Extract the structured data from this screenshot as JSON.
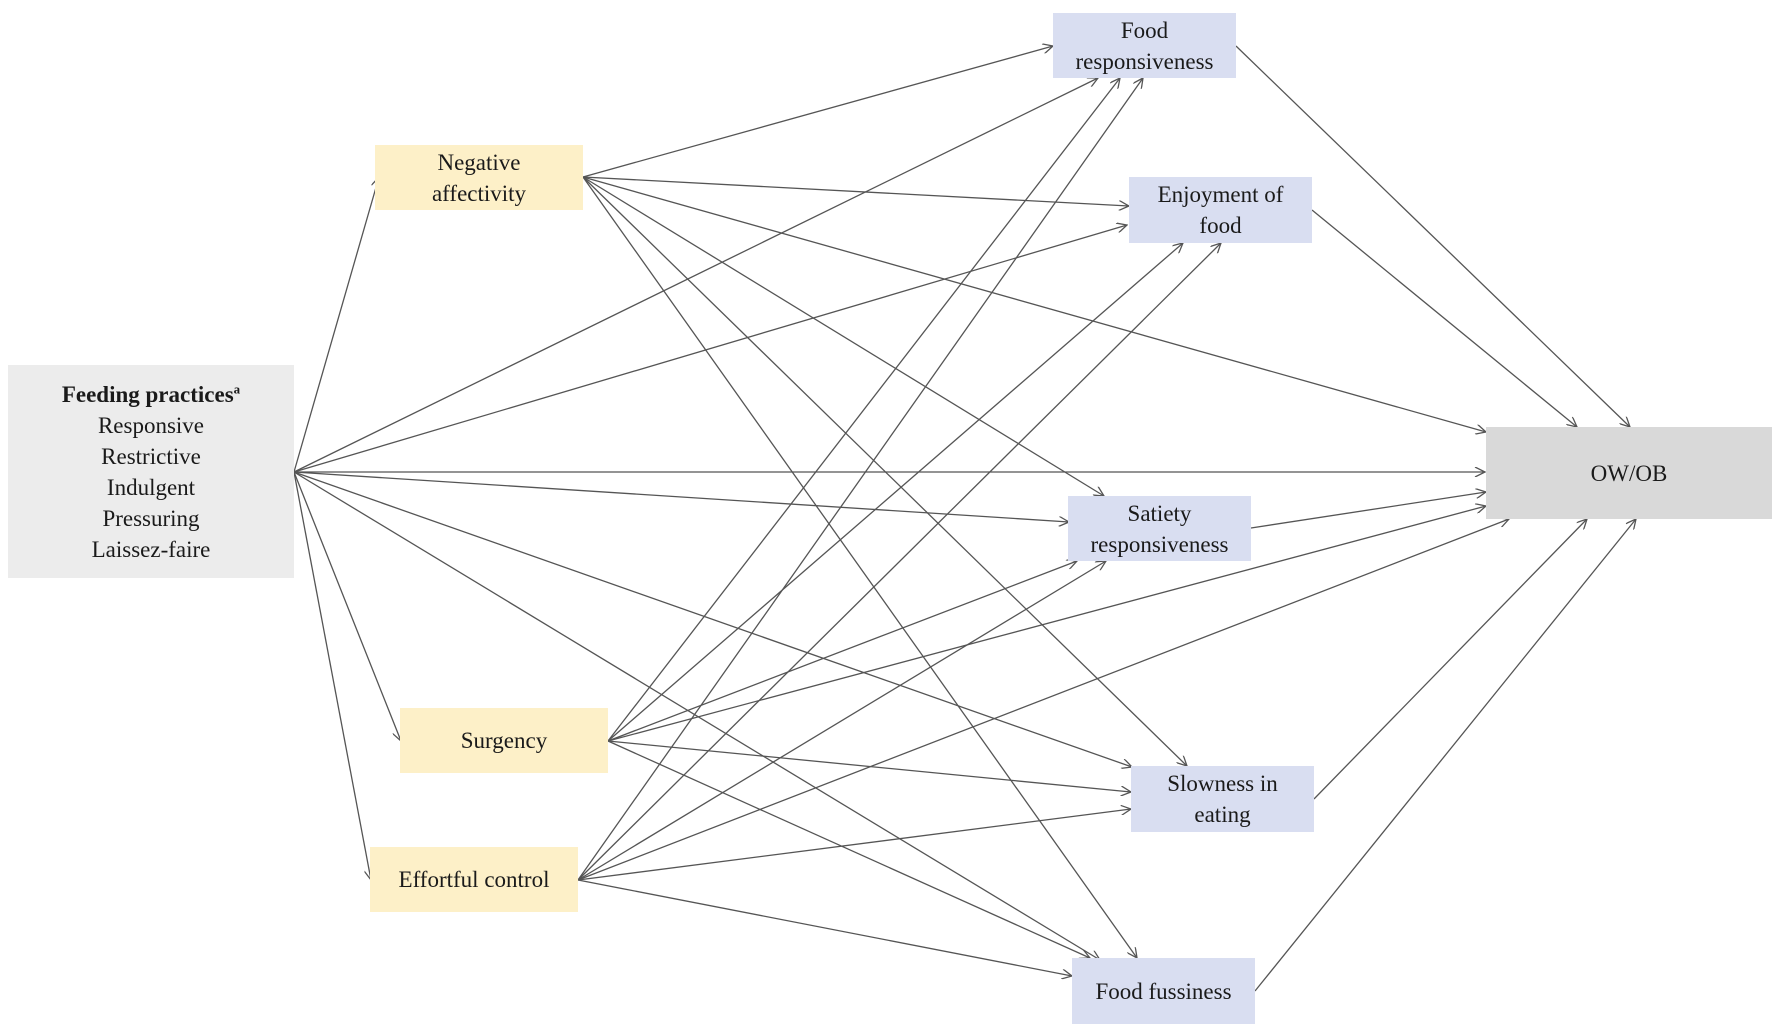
{
  "nodes": {
    "feeding": {
      "title": "Feeding practices",
      "title_sup": "a",
      "items": [
        "Responsive",
        "Restrictive",
        "Indulgent",
        "Pressuring",
        "Laissez-faire"
      ]
    },
    "negative_affectivity": {
      "line1": "Negative",
      "line2": "affectivity"
    },
    "surgency": {
      "label": "Surgency"
    },
    "effortful_control": {
      "label": "Effortful control"
    },
    "food_responsiveness": {
      "line1": "Food",
      "line2": "responsiveness"
    },
    "enjoyment_of_food": {
      "line1": "Enjoyment of",
      "line2": "food"
    },
    "satiety_responsiveness": {
      "line1": "Satiety",
      "line2": "responsiveness"
    },
    "slowness_in_eating": {
      "line1": "Slowness in",
      "line2": "eating"
    },
    "food_fussiness": {
      "label": "Food fussiness"
    },
    "outcome": {
      "label": "OW/OB"
    }
  },
  "colors": {
    "predictor_fill": "#ececec",
    "temperament_fill": "#fdf0c8",
    "eating_behavior_fill": "#d9def1",
    "outcome_fill": "#d9d9d9",
    "arrow": "#555555"
  },
  "edges": [
    [
      "feeding",
      "negative_affectivity"
    ],
    [
      "feeding",
      "surgency"
    ],
    [
      "feeding",
      "effortful_control"
    ],
    [
      "feeding",
      "food_responsiveness"
    ],
    [
      "feeding",
      "enjoyment_of_food"
    ],
    [
      "feeding",
      "outcome"
    ],
    [
      "feeding",
      "satiety_responsiveness"
    ],
    [
      "feeding",
      "slowness_in_eating"
    ],
    [
      "feeding",
      "food_fussiness"
    ],
    [
      "negative_affectivity",
      "food_responsiveness"
    ],
    [
      "negative_affectivity",
      "enjoyment_of_food"
    ],
    [
      "negative_affectivity",
      "outcome"
    ],
    [
      "negative_affectivity",
      "satiety_responsiveness"
    ],
    [
      "negative_affectivity",
      "slowness_in_eating"
    ],
    [
      "negative_affectivity",
      "food_fussiness"
    ],
    [
      "surgency",
      "food_responsiveness"
    ],
    [
      "surgency",
      "enjoyment_of_food"
    ],
    [
      "surgency",
      "satiety_responsiveness"
    ],
    [
      "surgency",
      "outcome"
    ],
    [
      "surgency",
      "slowness_in_eating"
    ],
    [
      "surgency",
      "food_fussiness"
    ],
    [
      "effortful_control",
      "food_responsiveness"
    ],
    [
      "effortful_control",
      "enjoyment_of_food"
    ],
    [
      "effortful_control",
      "satiety_responsiveness"
    ],
    [
      "effortful_control",
      "outcome"
    ],
    [
      "effortful_control",
      "slowness_in_eating"
    ],
    [
      "effortful_control",
      "food_fussiness"
    ],
    [
      "food_responsiveness",
      "outcome"
    ],
    [
      "enjoyment_of_food",
      "outcome"
    ],
    [
      "satiety_responsiveness",
      "outcome"
    ],
    [
      "slowness_in_eating",
      "outcome"
    ],
    [
      "food_fussiness",
      "outcome"
    ]
  ]
}
